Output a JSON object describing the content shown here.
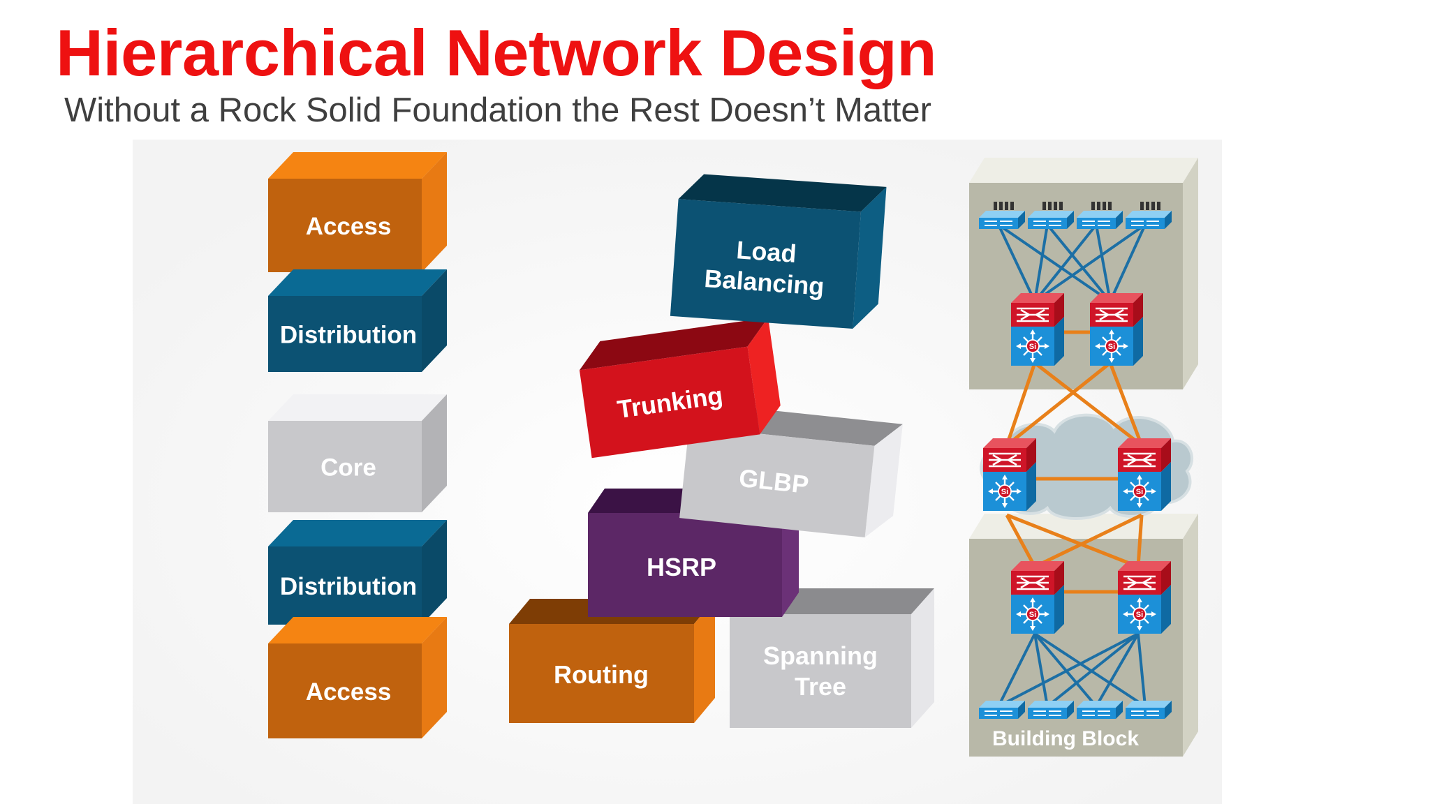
{
  "title": "Hierarchical Network Design",
  "subtitle": "Without a Rock Solid Foundation the Rest Doesn’t Matter",
  "hierarchy_stack": [
    {
      "label": "Access",
      "color": "orange"
    },
    {
      "label": "Distribution",
      "color": "navy"
    },
    {
      "label": "Core",
      "color": "gray"
    },
    {
      "label": "Distribution",
      "color": "navy"
    },
    {
      "label": "Access",
      "color": "orange"
    }
  ],
  "protocol_blocks": {
    "load_balancing": [
      "Load",
      "Balancing"
    ],
    "trunking": "Trunking",
    "glbp": "GLBP",
    "hsrp": "HSRP",
    "routing": "Routing",
    "spanning_tree": [
      "Spanning",
      "Tree"
    ]
  },
  "topology": {
    "building_block_label": "Building Block",
    "switch_badge": "Si"
  },
  "colors": {
    "title": "#ee1111",
    "orange": "#c0620e",
    "navy": "#0c5273",
    "gray": "#c8c8cb",
    "red": "#d3121c",
    "purple": "#5c2766",
    "link_orange": "#e8801a",
    "link_blue": "#1c6fa5"
  }
}
